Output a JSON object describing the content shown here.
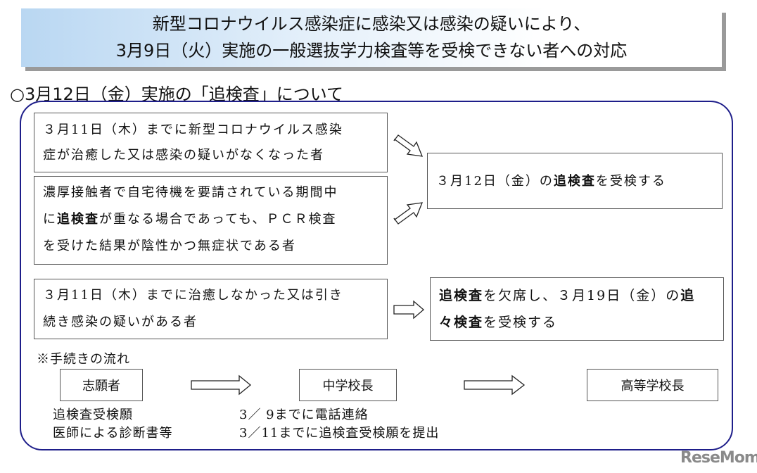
{
  "header": {
    "line1": "新型コロナウイルス感染症に感染又は感染の疑いにより、",
    "line2": "3月9日（火）実施の一般選抜学力検査等を受検できない者への対応"
  },
  "section_title": "○3月12日（金）実施の「追検査」について",
  "boxes": {
    "a": {
      "line1": "３月11日（木）までに新型コロナウイルス感染",
      "line2": "症が治癒した又は感染の疑いがなくなった者"
    },
    "b": {
      "l1": "濃厚接触者で自宅待機を要請されている期間中",
      "l2a": "に",
      "l2b": "追検査",
      "l2c": "が重なる場合であっても、ＰＣＲ検査",
      "l3": "を受けた結果が陰性かつ無症状である者"
    },
    "c": {
      "a": "３月12日（金）の",
      "b": "追検査",
      "c": "を受検する"
    },
    "d": {
      "line1": "３月11日（木）までに治癒しなかった又は引き",
      "line2": "続き感染の疑いがある者"
    },
    "e": {
      "a": "追検査",
      "b": "を欠席し、３月19日（金）の",
      "c": "追",
      "d": "々検査",
      "e": "を受検する"
    }
  },
  "procedure": {
    "title": "※手続きの流れ",
    "steps": [
      "志願者",
      "中学校長",
      "高等学校長"
    ],
    "docs": [
      "追検査受検願",
      "医師による診断書等"
    ],
    "notes": [
      "3／ 9までに電話連絡",
      "3／11までに追検査受検願を提出"
    ]
  },
  "logo": "ReseMom",
  "colors": {
    "frame": "#1e1e8a",
    "header_gradient": "#b9d7f2"
  }
}
